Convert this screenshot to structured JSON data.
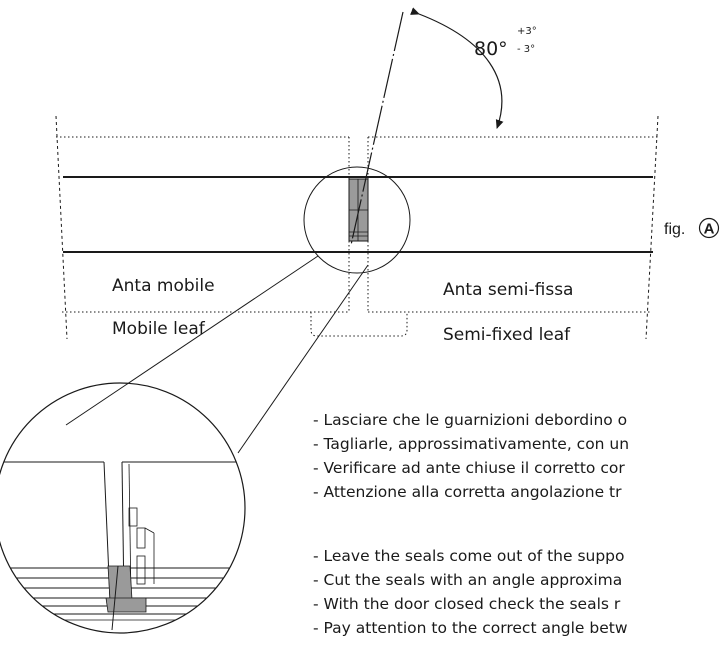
{
  "angle": {
    "value": "80°",
    "tol_plus": "+3°",
    "tol_minus": "- 3°"
  },
  "labels": {
    "mobile_it": "Anta mobile",
    "semi_it": "Anta semi-fissa",
    "mobile_en": "Mobile leaf",
    "semi_en": "Semi-fixed leaf"
  },
  "figure": {
    "prefix": "fig.",
    "letter": "A"
  },
  "instructions_it": [
    "- Lasciare che le guarnizioni debordino o",
    "- Tagliarle, approssimativamente, con un",
    "- Verificare ad ante chiuse il corretto cor",
    "- Attenzione alla corretta angolazione tr"
  ],
  "instructions_en": [
    "- Leave the seals come out of the suppo",
    "- Cut the seals with an angle approxima",
    "- With the door closed check the seals r",
    "- Pay attention to the correct angle betw"
  ]
}
